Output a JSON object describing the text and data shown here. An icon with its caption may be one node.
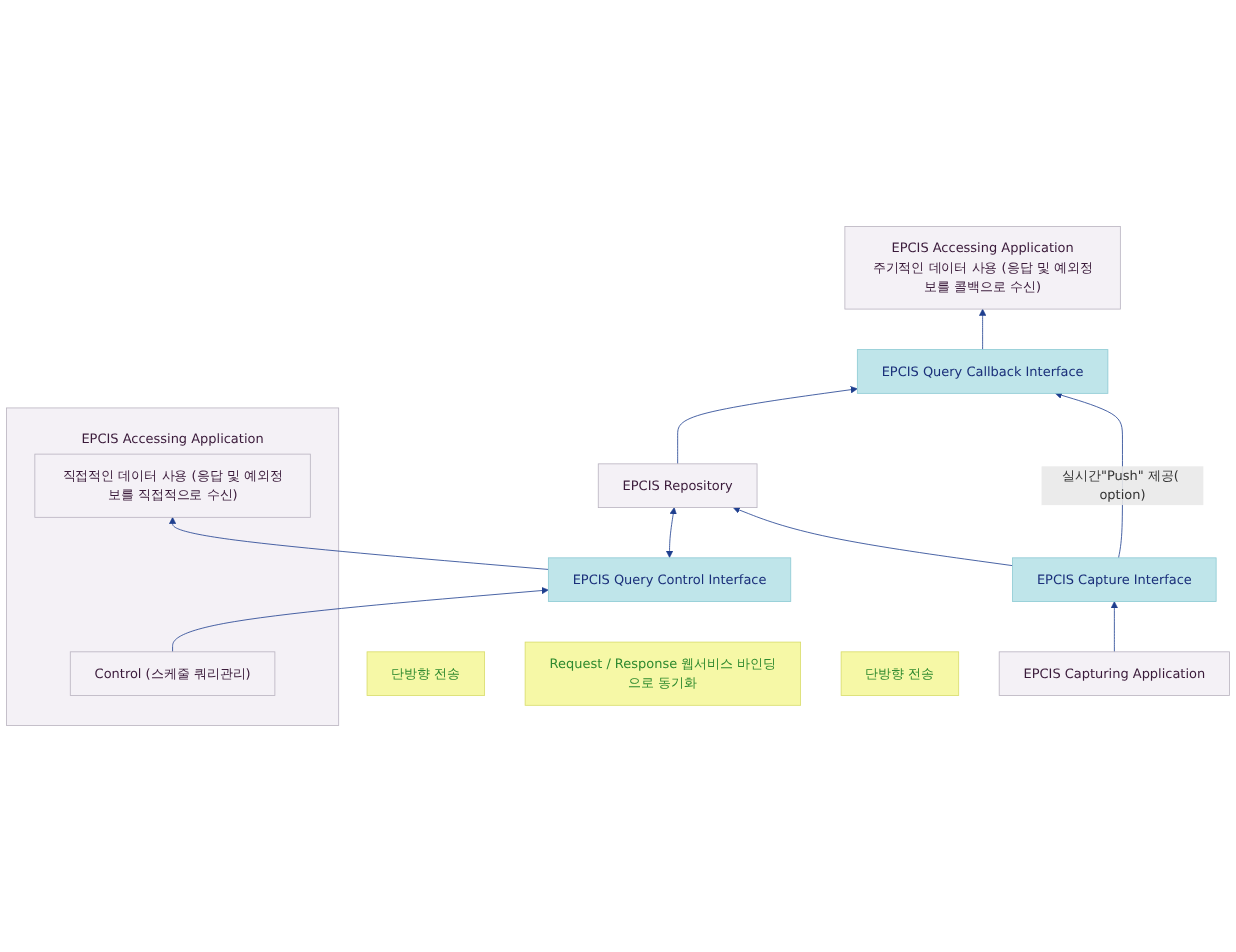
{
  "diagram": {
    "nodes": [
      {
        "text": [
          "EPCIS Accessing Application",
          "주기적인 데이터 사용 (응답 및 예외정보를 콜백으로 수신)"
        ]
      },
      {
        "text": [
          "EPCIS Accessing Application"
        ]
      },
      {
        "text": [
          "직접적인 데이터 사용 (응답 및 예외정보를 직접적으로 수신)"
        ],
        "in": 1
      },
      {
        "text": [
          "Control (스케줄 쿼리관리)"
        ],
        "in": 1
      },
      {
        "text": [
          "단방향 전송"
        ]
      },
      {
        "text": [
          "Request / Response 웹서비스 바인딩으로 동기화"
        ]
      },
      {
        "text": [
          "EPCIS Query Callback Interface"
        ]
      },
      {
        "text": [
          "EPCIS Query Control Interface"
        ]
      },
      {
        "text": [
          "EPCIS Repository"
        ]
      },
      {
        "text": [
          "EPCIS Capture Interface"
        ]
      },
      {
        "text": [
          "EPCIS Capturing Application"
        ]
      },
      {
        "text": [
          "단방향 전송"
        ]
      }
    ],
    "edges": [
      {
        "from": 6,
        "to": 0,
        "arrow": "to"
      },
      {
        "from": 7,
        "to": 2,
        "arrow": "to"
      },
      {
        "from": 3,
        "to": 7,
        "arrow": "to"
      },
      {
        "from": 7,
        "to": 8,
        "arrow": "both"
      },
      {
        "from": 8,
        "to": 6,
        "arrow": "to"
      },
      {
        "from": 9,
        "to": 6,
        "arrow": "to",
        "label": "실시간\"Push\" 제공( option)"
      },
      {
        "from": 9,
        "to": 8,
        "arrow": "to"
      },
      {
        "from": 10,
        "to": 9,
        "arrow": "to"
      }
    ]
  }
}
